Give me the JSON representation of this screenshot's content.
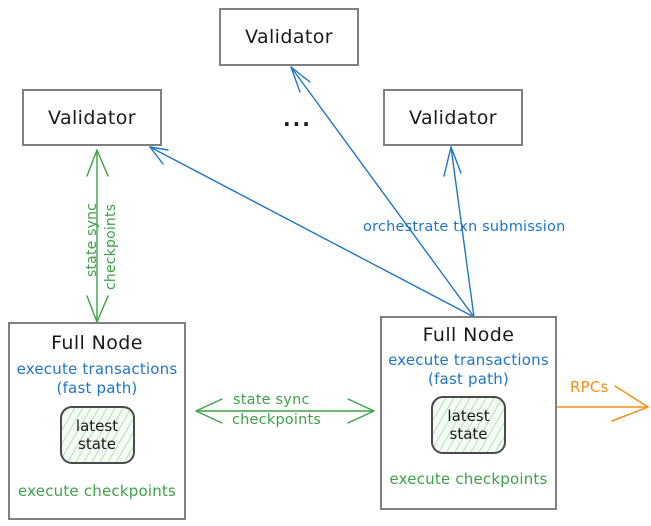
{
  "diagram": {
    "title_text": "",
    "colors": {
      "blue": "#1f76c8",
      "green": "#3fa14a",
      "orange": "#f39019",
      "box_border": "#808080",
      "state_border": "#4a4a4a",
      "text": "#1a1a1a",
      "background": "#ffffff"
    },
    "validators": [
      {
        "id": "validator-top",
        "label": "Validator"
      },
      {
        "id": "validator-left",
        "label": "Validator"
      },
      {
        "id": "validator-right",
        "label": "Validator"
      }
    ],
    "ellipsis": "...",
    "full_nodes": [
      {
        "id": "full-node-left",
        "title": "Full Node",
        "execute_line1": "execute transactions",
        "execute_line2": "(fast path)",
        "state_line1": "latest",
        "state_line2": "state",
        "checkpoints": "execute checkpoints"
      },
      {
        "id": "full-node-right",
        "title": "Full Node",
        "execute_line1": "execute transactions",
        "execute_line2": "(fast path)",
        "state_line1": "latest",
        "state_line2": "state",
        "checkpoints": "execute checkpoints"
      }
    ],
    "edges": {
      "orchestrate_label": "orchestrate txn submission",
      "state_sync_vertical_line1": "state sync",
      "state_sync_vertical_line2": "checkpoints",
      "state_sync_middle_line1": "state sync",
      "state_sync_middle_line2": "checkpoints",
      "rpcs_label": "RPCs"
    }
  }
}
